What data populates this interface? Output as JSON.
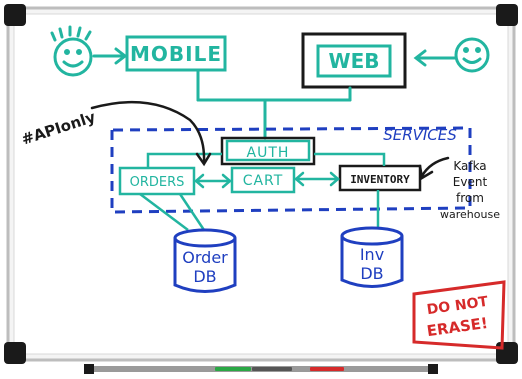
{
  "colors": {
    "teal": "#22b5a0",
    "black": "#1a1a1a",
    "blue": "#1f3fc0",
    "red": "#d62a2a",
    "frame": "#c9c9c9",
    "board": "#ffffff"
  },
  "nodes": {
    "mobile": "MOBILE",
    "web": "WEB",
    "auth": "AUTH",
    "orders": "ORDERS",
    "cart": "CART",
    "inventory": "INVENTORY"
  },
  "labels": {
    "services": "SERVICES",
    "api_only": "#APIonly",
    "kafka_line1": "Kafka",
    "kafka_line2": "Event",
    "kafka_line3": "from",
    "kafka_line4": "warehouse",
    "order_db_line1": "Order",
    "order_db_line2": "DB",
    "inv_db_line1": "Inv",
    "inv_db_line2": "DB",
    "do_not_erase_line1": "DO NOT",
    "do_not_erase_line2": "ERASE!"
  },
  "icons": {
    "user_left": "smiley-icon",
    "user_right": "smiley-icon"
  }
}
